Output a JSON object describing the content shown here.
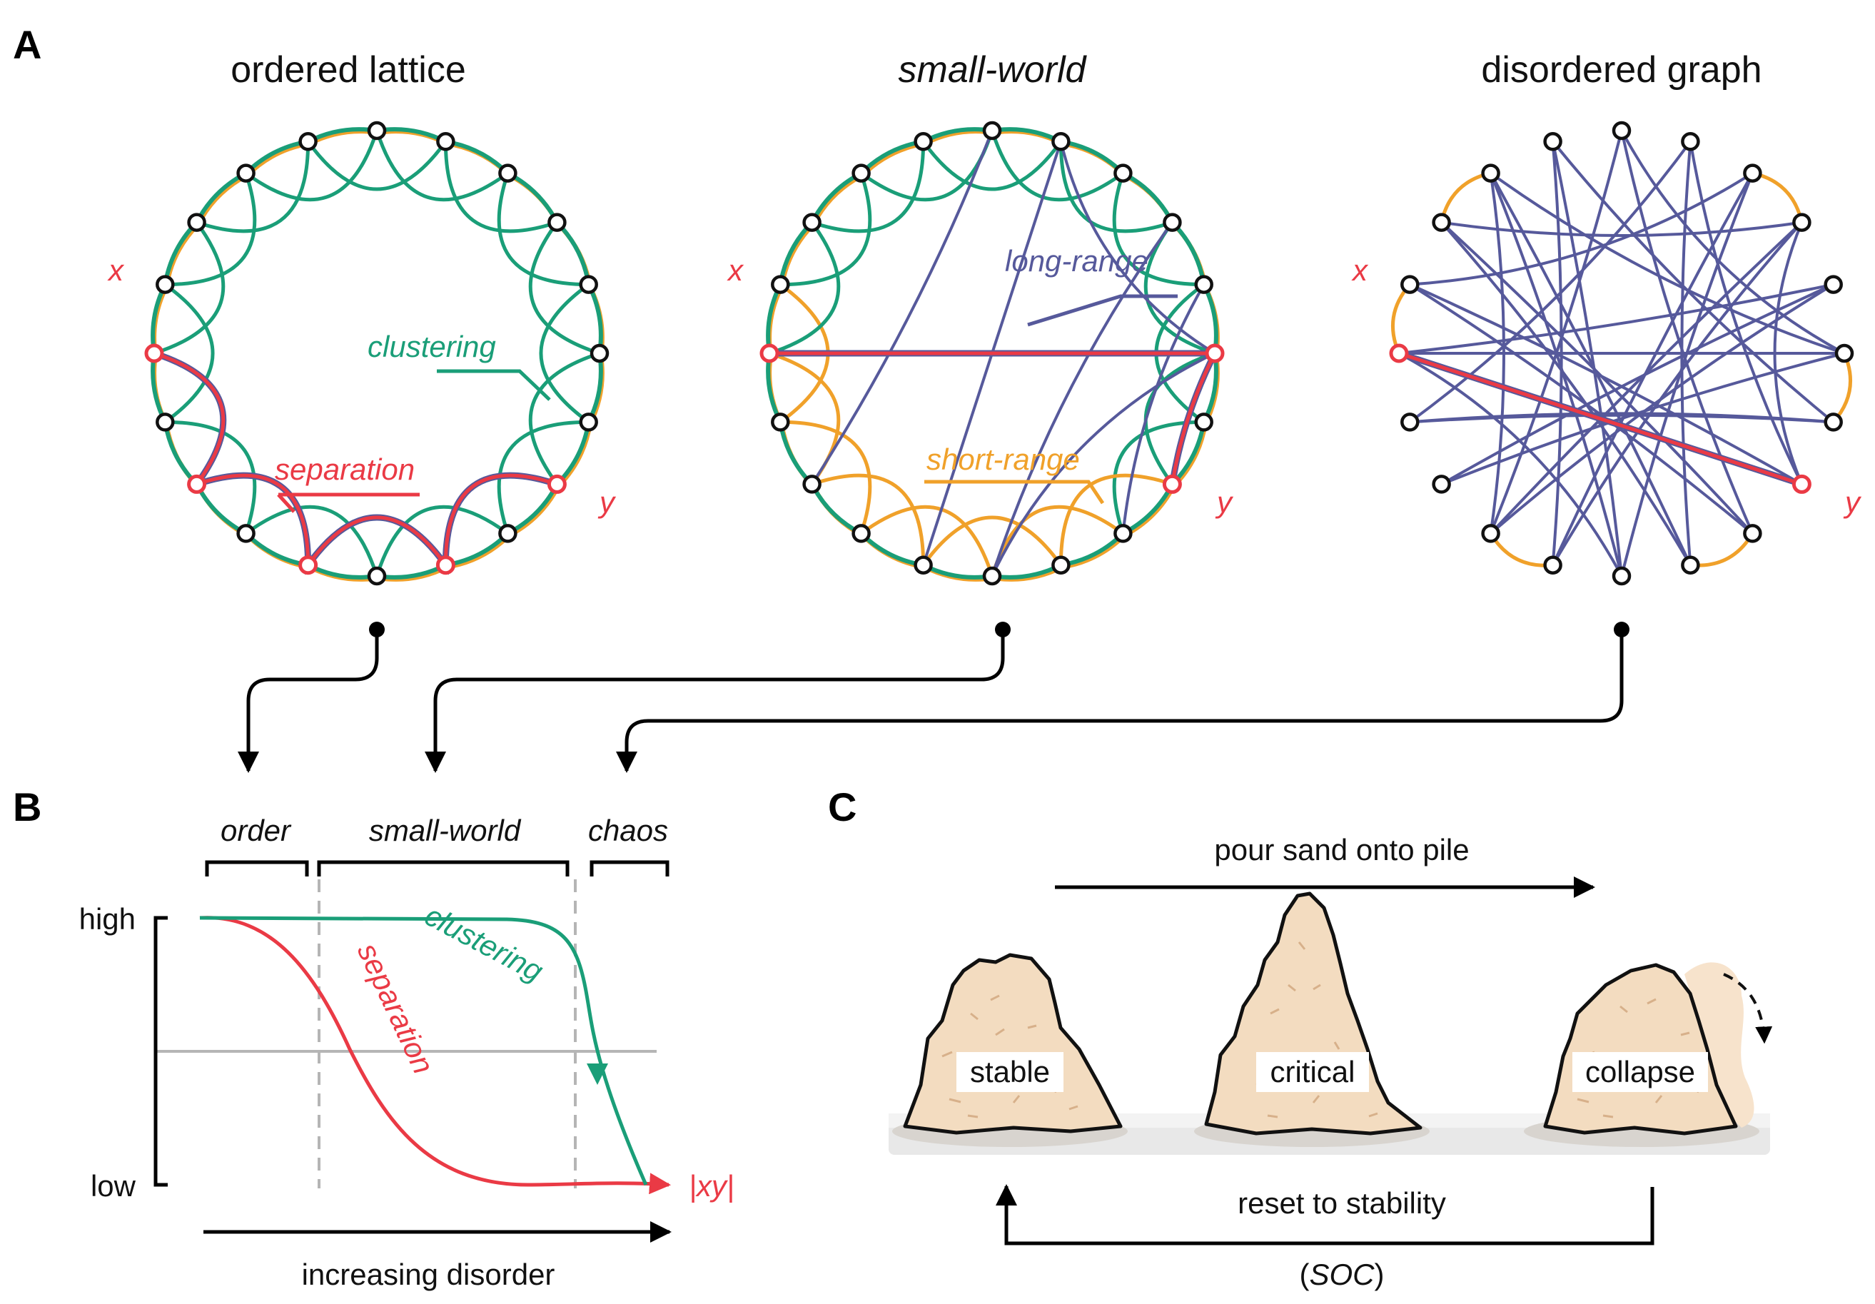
{
  "panels": {
    "A": {
      "label": "A",
      "networks": [
        {
          "title": "ordered lattice",
          "x_label": "x",
          "y_label": "y",
          "clustering_label": "clustering",
          "separation_label": "separation"
        },
        {
          "title": "small-world",
          "x_label": "x",
          "y_label": "y",
          "long_range_label": "long-range",
          "short_range_label": "short-range"
        },
        {
          "title": "disordered graph",
          "x_label": "x",
          "y_label": "y"
        }
      ]
    },
    "B": {
      "label": "B",
      "regimes": [
        "order",
        "small-world",
        "chaos"
      ],
      "y_high": "high",
      "y_low": "low",
      "x_axis_label": "increasing disorder",
      "distance_label": "|xy|",
      "clustering_label": "clustering",
      "separation_label": "separation"
    },
    "C": {
      "label": "C",
      "top_label": "pour sand onto pile",
      "piles": [
        "stable",
        "critical",
        "collapse"
      ],
      "bottom_label": "reset to stability",
      "soc_open": "(",
      "soc": "SOC",
      "soc_close": ")"
    }
  },
  "colors": {
    "green": "#1a9e78",
    "orange": "#f0a12a",
    "purple": "#56599b",
    "red": "#ea3a45",
    "sand": "#f3dcc0",
    "sand_dark": "#d9b48c",
    "grey": "#b5b5b5"
  }
}
